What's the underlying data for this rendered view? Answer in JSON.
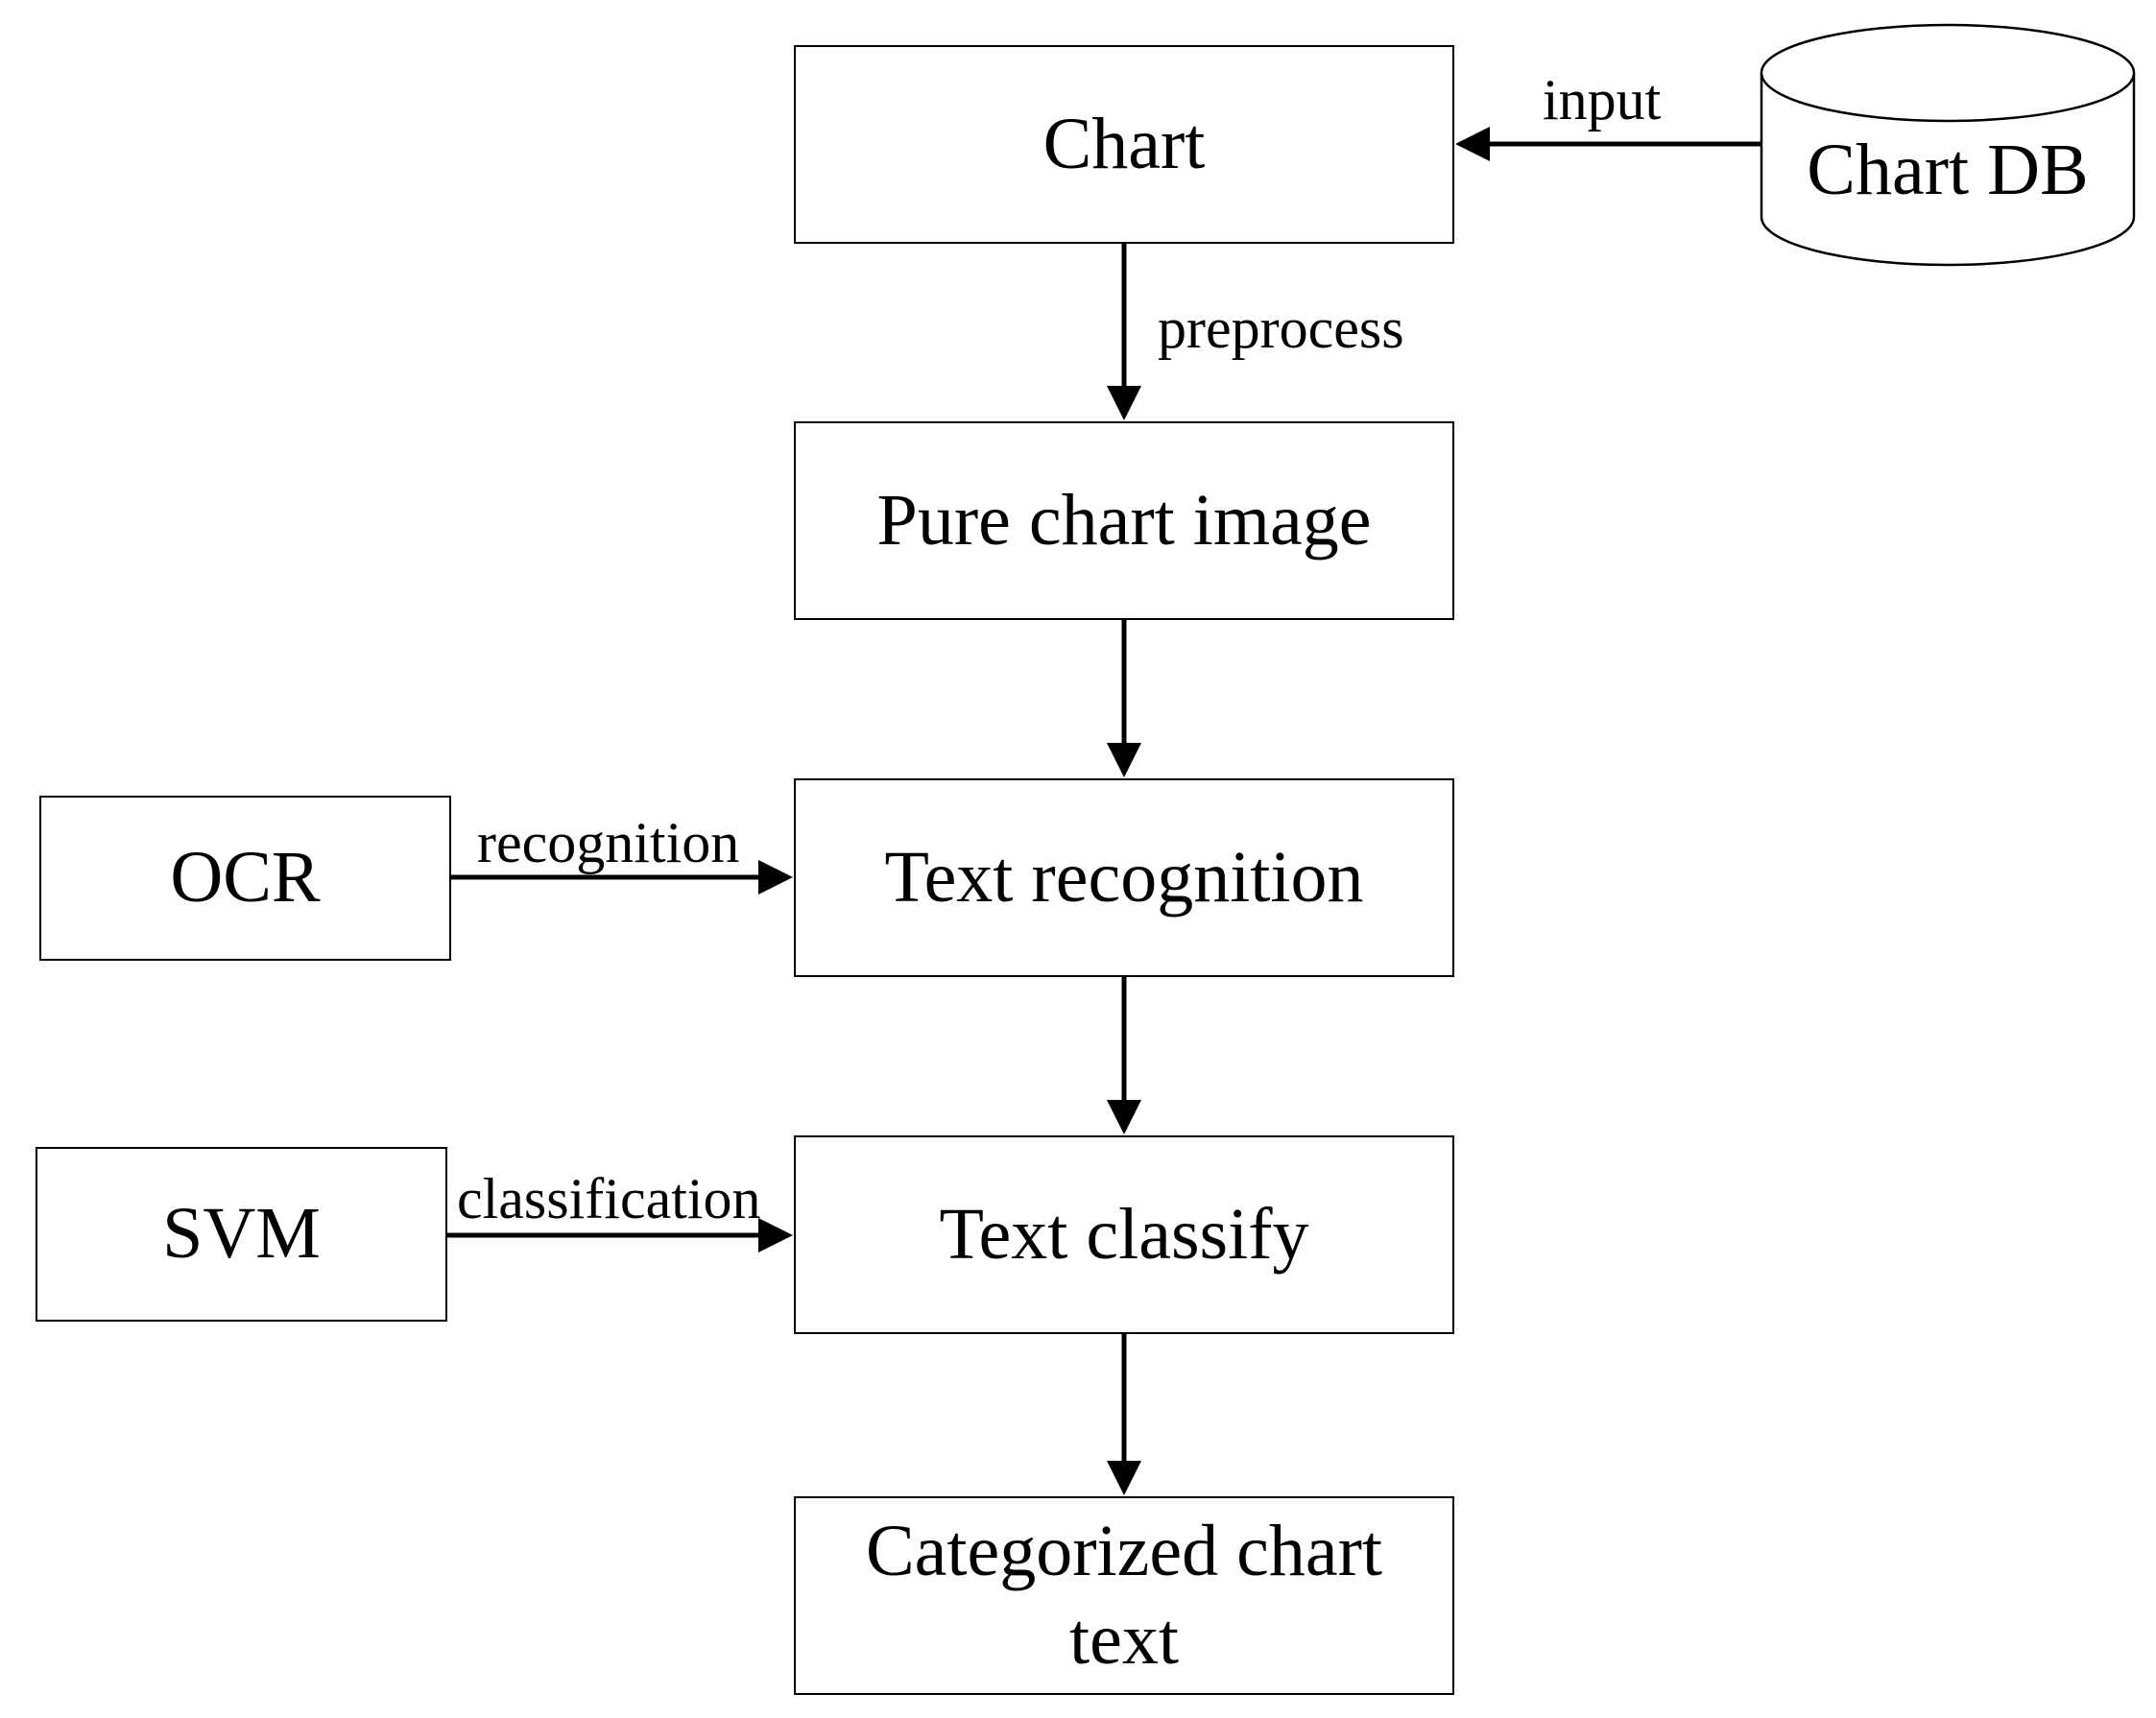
{
  "nodes": {
    "chart": "Chart",
    "chart_db": "Chart DB",
    "pure_chart_image": "Pure chart image",
    "text_recognition": "Text recognition",
    "text_classify": "Text classify",
    "categorized_chart_text": "Categorized chart text",
    "ocr": "OCR",
    "svm": "SVM"
  },
  "edges": {
    "input": "input",
    "preprocess": "preprocess",
    "recognition": "recognition",
    "classification": "classification"
  },
  "colors": {
    "stroke": "#000000",
    "background": "#ffffff"
  }
}
